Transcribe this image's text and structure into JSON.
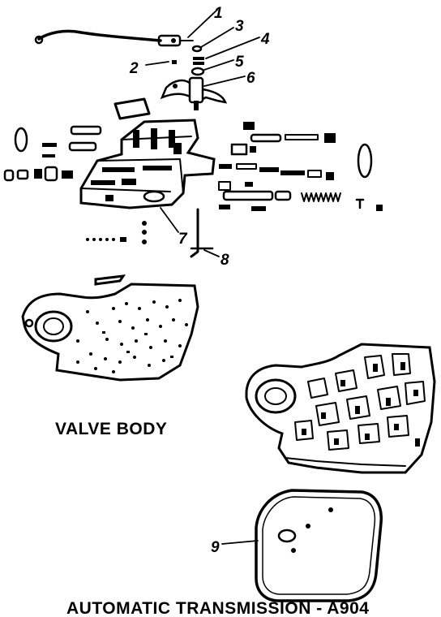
{
  "callouts": [
    {
      "id": "1",
      "text": "1"
    },
    {
      "id": "2",
      "text": "2"
    },
    {
      "id": "3",
      "text": "3"
    },
    {
      "id": "4",
      "text": "4"
    },
    {
      "id": "5",
      "text": "5"
    },
    {
      "id": "6",
      "text": "6"
    },
    {
      "id": "7",
      "text": "7"
    },
    {
      "id": "8",
      "text": "8"
    },
    {
      "id": "9",
      "text": "9"
    }
  ],
  "captions": {
    "valve_body": "VALVE BODY",
    "bottom": "AUTOMATIC TRANSMISSION - A904"
  },
  "colors": {
    "ink": "#000000",
    "paper": "#ffffff"
  }
}
